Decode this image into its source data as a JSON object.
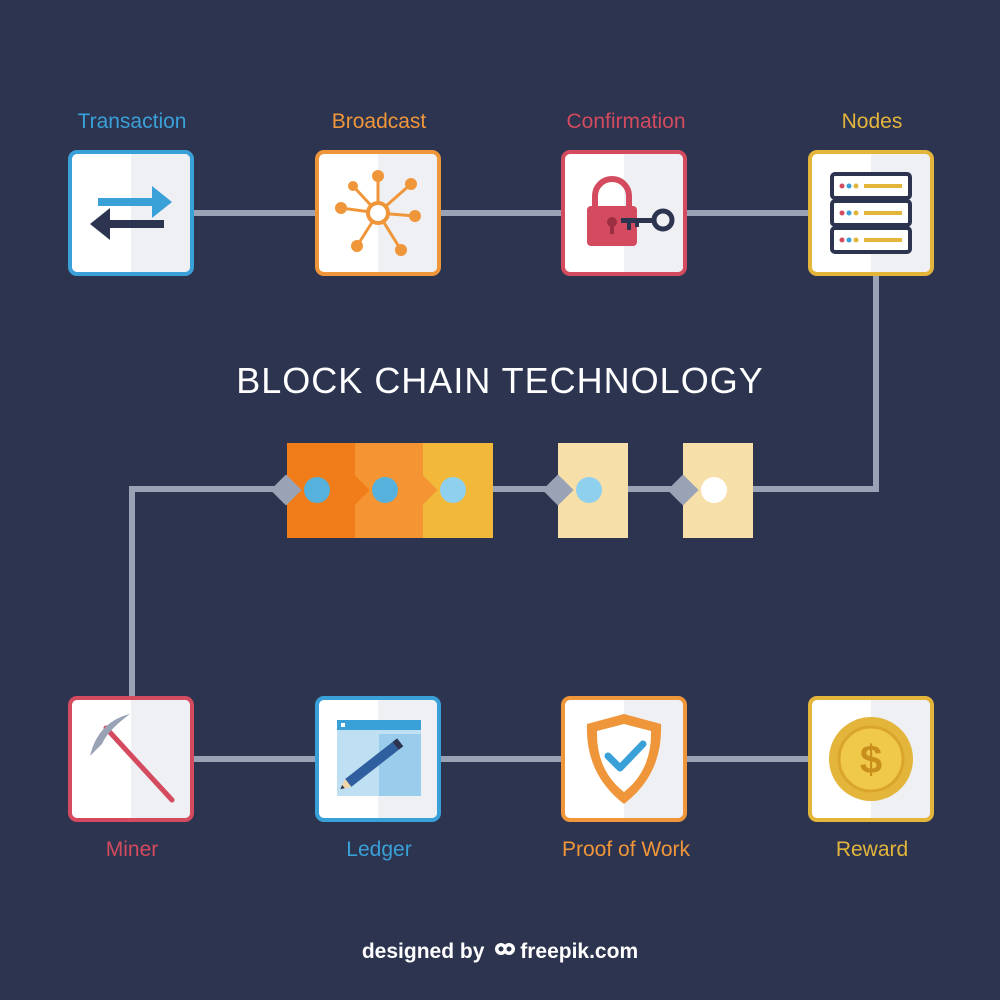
{
  "title": "BLOCK CHAIN TECHNOLOGY",
  "credit": {
    "prefix": "designed by",
    "brand": "freepik.com"
  },
  "colors": {
    "background": "#2c3450",
    "connector": "#9aa3b5",
    "blue": "#3aa0d8",
    "orange": "#f0963a",
    "red": "#d44a5e",
    "yellow": "#e3b53b"
  },
  "top_row": [
    {
      "label": "Transaction",
      "icon": "arrows-exchange-icon",
      "color": "#3aa0d8"
    },
    {
      "label": "Broadcast",
      "icon": "network-hub-icon",
      "color": "#f0963a"
    },
    {
      "label": "Confirmation",
      "icon": "padlock-key-icon",
      "color": "#d44a5e"
    },
    {
      "label": "Nodes",
      "icon": "server-rack-icon",
      "color": "#e3b53b"
    }
  ],
  "bottom_row": [
    {
      "label": "Miner",
      "icon": "pickaxe-icon",
      "color": "#d44a5e"
    },
    {
      "label": "Ledger",
      "icon": "ledger-pencil-icon",
      "color": "#3aa0d8"
    },
    {
      "label": "Proof of Work",
      "icon": "shield-check-icon",
      "color": "#f0963a"
    },
    {
      "label": "Reward",
      "icon": "dollar-coin-icon",
      "color": "#e3b53b"
    }
  ],
  "chain_blocks": [
    {
      "fill": "#f07d1a",
      "dot": "#56b2dc"
    },
    {
      "fill": "#f49432",
      "dot": "#56b2dc"
    },
    {
      "fill": "#f2b83a",
      "dot": "#8fd0ee"
    },
    {
      "fill": "#f6dfa8",
      "dot": "#8fd0ee"
    },
    {
      "fill": "#f6dfa8",
      "dot": "#ffffff"
    }
  ]
}
